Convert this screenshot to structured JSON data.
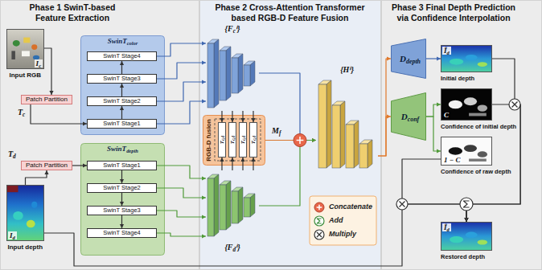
{
  "diagram": {
    "nodes": [
      {
        "text": [
          "Phase 1 SwinT-based Feature Extraction"
        ]
      },
      {
        "text": [
          "Phase 2 Cross-Attention Transformer based RGB-D Feature Fusion"
        ]
      },
      {
        "text": [
          "Phase 3 Final Depth Prediction via Confidence Interpolation"
        ]
      },
      {
        "text": [
          "Ic",
          "Input RGB"
        ],
        "in": 0
      },
      {
        "text": [
          "Patch Partition"
        ],
        "in": 0
      },
      {
        "text": [
          "SwinTcolor"
        ],
        "in": 0
      },
      {
        "text": [
          "SwinT Stage4"
        ],
        "in": 5
      },
      {
        "text": [
          "SwinT Stage3"
        ],
        "in": 5
      },
      {
        "text": [
          "SwinT Stage2"
        ],
        "in": 5
      },
      {
        "text": [
          "SwinT Stage1"
        ],
        "in": 5
      },
      {
        "text": [
          "SwinTdepth"
        ],
        "in": 0
      },
      {
        "text": [
          "SwinT Stage1"
        ],
        "in": 10
      },
      {
        "text": [
          "SwinT Stage2"
        ],
        "in": 10
      },
      {
        "text": [
          "SwinT Stage3"
        ],
        "in": 10
      },
      {
        "text": [
          "SwinT Stage4"
        ],
        "in": 10
      },
      {
        "text": [
          "Patch Partition"
        ],
        "in": 0
      },
      {
        "text": [
          "Id",
          "Input depth"
        ],
        "in": 0
      },
      {
        "text": [
          "{Fcⁱ}"
        ],
        "in": 1
      },
      {
        "text": [
          "RGB-D fusion"
        ],
        "in": 1
      },
      {
        "text": [
          "Tc,d"
        ],
        "in": 18
      },
      {
        "text": [
          "Tc,d"
        ],
        "in": 18
      },
      {
        "text": [
          "Tc,d"
        ],
        "in": 18
      },
      {
        "text": [
          "Tc,d"
        ],
        "in": 18
      },
      {
        "text": [
          "{Fdⁱ}"
        ],
        "in": 1
      },
      {
        "text": [
          "{Hⁱ}"
        ],
        "in": 1
      },
      {
        "text": [
          "Ddepth"
        ],
        "in": 2
      },
      {
        "text": [
          "Dconf"
        ],
        "in": 2
      },
      {
        "text": [
          "Îd",
          "Initial depth"
        ],
        "in": 2
      },
      {
        "text": [
          "C",
          "Confidence of initial depth"
        ],
        "in": 2
      },
      {
        "text": [
          "1 − C",
          "Confidence of raw depth"
        ],
        "in": 2
      },
      {
        "text": [
          "Îd",
          "Restored depth"
        ],
        "in": 2
      }
    ],
    "edges": [
      {
        "from": 3,
        "to": 4,
        "arrow": "to"
      },
      {
        "from": 4,
        "to": 9,
        "arrow": "to"
      },
      {
        "from": 9,
        "to": 8,
        "arrow": "to"
      },
      {
        "from": 8,
        "to": 7,
        "arrow": "to"
      },
      {
        "from": 7,
        "to": 6,
        "arrow": "to"
      },
      {
        "from": 6,
        "to": 17,
        "arrow": "to"
      },
      {
        "from": 7,
        "to": 17,
        "arrow": "to"
      },
      {
        "from": 8,
        "to": 17,
        "arrow": "to"
      },
      {
        "from": 9,
        "to": 17,
        "arrow": "to"
      },
      {
        "from": 16,
        "to": 15,
        "arrow": "to"
      },
      {
        "from": 15,
        "to": 11,
        "arrow": "to"
      },
      {
        "from": 11,
        "to": 12,
        "arrow": "to"
      },
      {
        "from": 12,
        "to": 13,
        "arrow": "to"
      },
      {
        "from": 13,
        "to": 14,
        "arrow": "to"
      },
      {
        "from": 11,
        "to": 23,
        "arrow": "to"
      },
      {
        "from": 12,
        "to": 23,
        "arrow": "to"
      },
      {
        "from": 13,
        "to": 23,
        "arrow": "to"
      },
      {
        "from": 14,
        "to": 23,
        "arrow": "to"
      },
      {
        "from": 17,
        "to": 19,
        "arrow": "to"
      },
      {
        "from": 17,
        "to": 20,
        "arrow": "to"
      },
      {
        "from": 17,
        "to": 21,
        "arrow": "to"
      },
      {
        "from": 17,
        "to": 22,
        "arrow": "to"
      },
      {
        "from": 23,
        "to": 19,
        "arrow": "to"
      },
      {
        "from": 23,
        "to": 20,
        "arrow": "to"
      },
      {
        "from": 23,
        "to": 21,
        "arrow": "to"
      },
      {
        "from": 23,
        "to": 22,
        "arrow": "to"
      },
      {
        "from": 17,
        "to": 24,
        "arrow": "to"
      },
      {
        "from": 18,
        "to": 24,
        "arrow": "to"
      },
      {
        "from": 23,
        "to": 24,
        "arrow": "to"
      },
      {
        "from": 24,
        "to": 25,
        "arrow": "to"
      },
      {
        "from": 24,
        "to": 26,
        "arrow": "to"
      },
      {
        "from": 25,
        "to": 27,
        "arrow": "to"
      },
      {
        "from": 26,
        "to": 28,
        "arrow": "to"
      },
      {
        "from": 26,
        "to": 29,
        "arrow": "to"
      },
      {
        "from": 27,
        "to": 30,
        "arrow": "to"
      },
      {
        "from": 28,
        "to": 30,
        "arrow": "to"
      },
      {
        "from": 29,
        "to": 30,
        "arrow": "to"
      },
      {
        "from": 16,
        "to": 30,
        "arrow": "to"
      }
    ],
    "labels": [
      "Tc",
      "Td",
      "Mf"
    ],
    "legend": [
      {
        "text": "Concatenate"
      },
      {
        "text": "Add"
      },
      {
        "text": "Multiply"
      }
    ]
  }
}
